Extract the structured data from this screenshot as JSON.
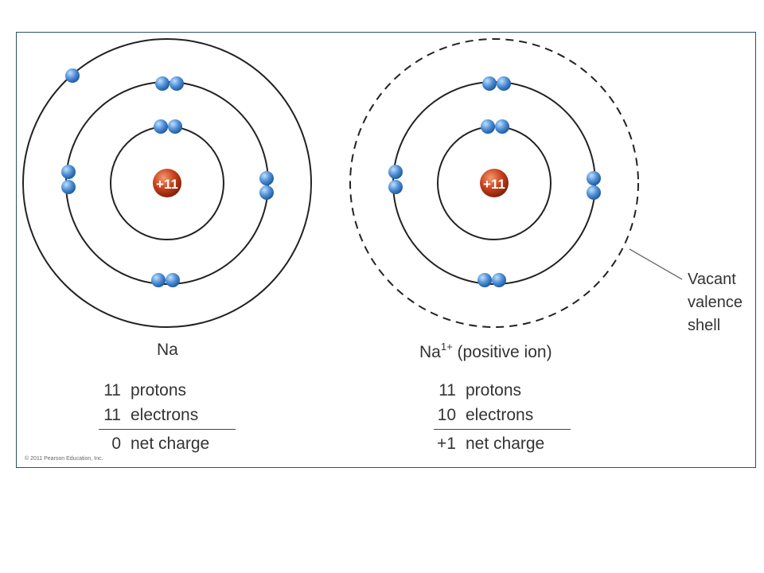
{
  "figure": {
    "nucleus_charge_label": "+11",
    "neutral_atom": {
      "symbol": "Na",
      "ledger": [
        {
          "number": "11",
          "label": "protons"
        },
        {
          "number": "11",
          "label": "electrons"
        },
        {
          "number": "0",
          "label": "net charge"
        }
      ]
    },
    "ion": {
      "symbol": "Na",
      "superscript": "1+",
      "description": "(positive ion)",
      "ledger": [
        {
          "number": "11",
          "label": "protons"
        },
        {
          "number": "10",
          "label": "electrons"
        },
        {
          "number": "+1",
          "label": "net charge"
        }
      ]
    },
    "callout": {
      "lines": [
        "Vacant",
        "valence",
        "shell"
      ]
    },
    "copyright": "© 2011 Pearson Education, Inc.",
    "colors": {
      "electron": "#4f8fd6",
      "nucleus": "#c8401c",
      "shell_stroke": "#222222",
      "frame_border": "#2b4f6e"
    }
  }
}
